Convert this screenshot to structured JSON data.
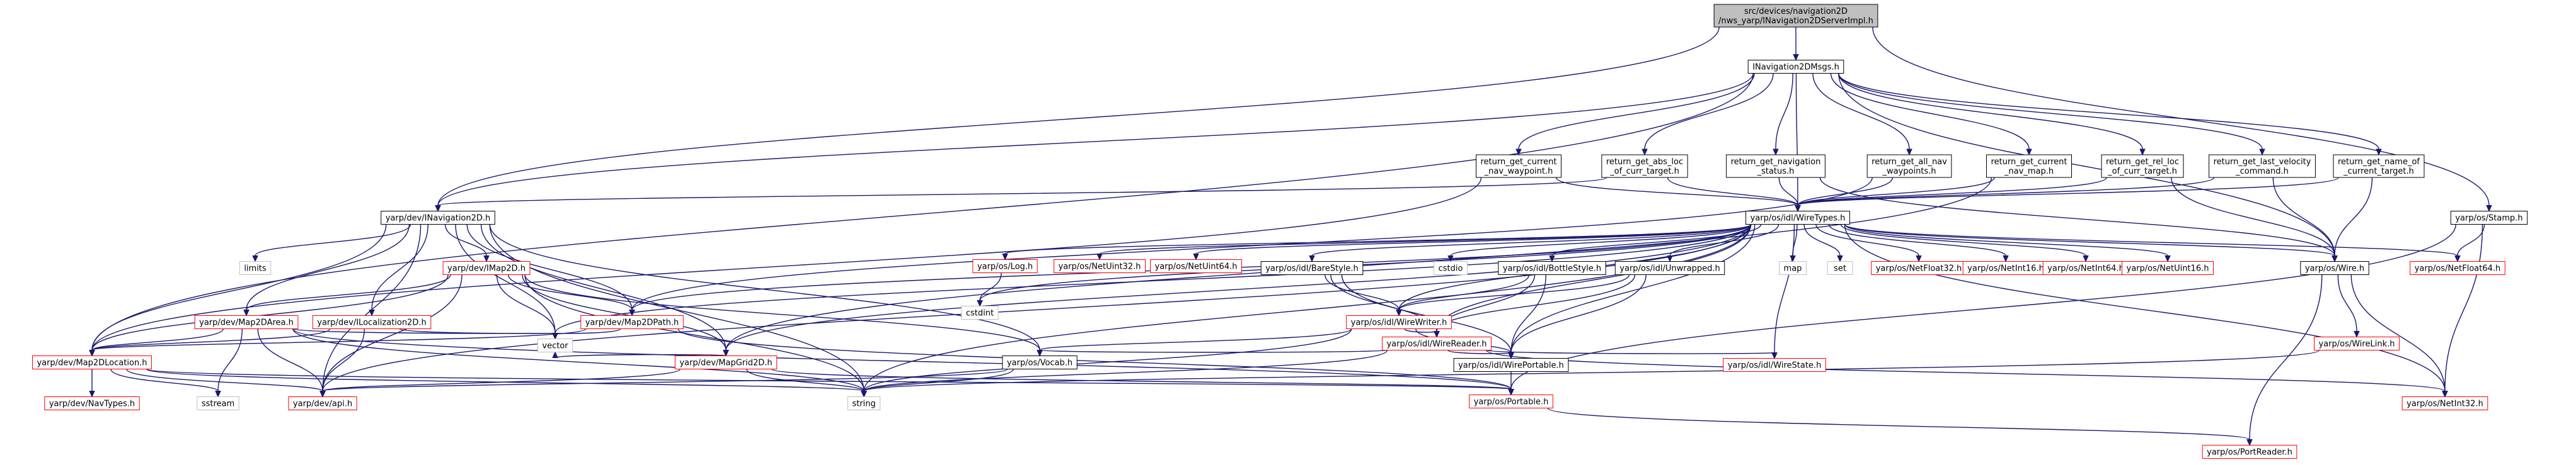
{
  "diagram": {
    "nodes": [
      {
        "id": "root",
        "lines": [
          "src/devices/navigation2D",
          "/nws_yarp/INavigation2DServerImpl.h"
        ],
        "style": "root"
      },
      {
        "id": "imsgs",
        "lines": [
          "INavigation2DMsgs.h"
        ],
        "style": "normal"
      },
      {
        "id": "cur_wp",
        "lines": [
          "return_get_current",
          "_nav_waypoint.h"
        ],
        "style": "normal"
      },
      {
        "id": "abs_loc",
        "lines": [
          "return_get_abs_loc",
          "_of_curr_target.h"
        ],
        "style": "normal"
      },
      {
        "id": "nav_status",
        "lines": [
          "return_get_navigation",
          "_status.h"
        ],
        "style": "normal"
      },
      {
        "id": "all_wp",
        "lines": [
          "return_get_all_nav",
          "_waypoints.h"
        ],
        "style": "normal"
      },
      {
        "id": "cur_map",
        "lines": [
          "return_get_current",
          "_nav_map.h"
        ],
        "style": "normal"
      },
      {
        "id": "rel_loc",
        "lines": [
          "return_get_rel_loc",
          "_of_curr_target.h"
        ],
        "style": "normal"
      },
      {
        "id": "last_vel",
        "lines": [
          "return_get_last_velocity",
          "_command.h"
        ],
        "style": "normal"
      },
      {
        "id": "name_target",
        "lines": [
          "return_get_name_of",
          "_current_target.h"
        ],
        "style": "normal"
      },
      {
        "id": "wiretypes",
        "lines": [
          "yarp/os/idl/WireTypes.h"
        ],
        "style": "normal"
      },
      {
        "id": "stamp",
        "lines": [
          "yarp/os/Stamp.h"
        ],
        "style": "normal"
      },
      {
        "id": "inav2d",
        "lines": [
          "yarp/dev/INavigation2D.h"
        ],
        "style": "normal"
      },
      {
        "id": "limits",
        "lines": [
          "limits"
        ],
        "style": "system"
      },
      {
        "id": "imap2d",
        "lines": [
          "yarp/dev/IMap2D.h"
        ],
        "style": "red"
      },
      {
        "id": "map2darea",
        "lines": [
          "yarp/dev/Map2DArea.h"
        ],
        "style": "red"
      },
      {
        "id": "iloc2d",
        "lines": [
          "yarp/dev/ILocalization2D.h"
        ],
        "style": "red"
      },
      {
        "id": "map2dpath",
        "lines": [
          "yarp/dev/Map2DPath.h"
        ],
        "style": "red"
      },
      {
        "id": "mapgrid",
        "lines": [
          "yarp/dev/MapGrid2D.h"
        ],
        "style": "red"
      },
      {
        "id": "map2dloc",
        "lines": [
          "yarp/dev/Map2DLocation.h"
        ],
        "style": "red"
      },
      {
        "id": "navtypes",
        "lines": [
          "yarp/dev/NavTypes.h"
        ],
        "style": "red"
      },
      {
        "id": "sstream",
        "lines": [
          "sstream"
        ],
        "style": "system"
      },
      {
        "id": "api",
        "lines": [
          "yarp/dev/api.h"
        ],
        "style": "red"
      },
      {
        "id": "vector",
        "lines": [
          "vector"
        ],
        "style": "system"
      },
      {
        "id": "string",
        "lines": [
          "string"
        ],
        "style": "system"
      },
      {
        "id": "vocab",
        "lines": [
          "yarp/os/Vocab.h"
        ],
        "style": "normal"
      },
      {
        "id": "log",
        "lines": [
          "yarp/os/Log.h"
        ],
        "style": "red"
      },
      {
        "id": "cstdint",
        "lines": [
          "cstdint"
        ],
        "style": "system"
      },
      {
        "id": "netuint32",
        "lines": [
          "yarp/os/NetUint32.h"
        ],
        "style": "red"
      },
      {
        "id": "netuint64",
        "lines": [
          "yarp/os/NetUint64.h"
        ],
        "style": "red"
      },
      {
        "id": "barestyle",
        "lines": [
          "yarp/os/idl/BareStyle.h"
        ],
        "style": "normal"
      },
      {
        "id": "cstdio",
        "lines": [
          "cstdio"
        ],
        "style": "system"
      },
      {
        "id": "bottlestyle",
        "lines": [
          "yarp/os/idl/BottleStyle.h"
        ],
        "style": "normal"
      },
      {
        "id": "unwrapped",
        "lines": [
          "yarp/os/idl/Unwrapped.h"
        ],
        "style": "normal"
      },
      {
        "id": "map",
        "lines": [
          "map"
        ],
        "style": "system"
      },
      {
        "id": "set",
        "lines": [
          "set"
        ],
        "style": "system"
      },
      {
        "id": "netfloat32",
        "lines": [
          "yarp/os/NetFloat32.h"
        ],
        "style": "red"
      },
      {
        "id": "netint16",
        "lines": [
          "yarp/os/NetInt16.h"
        ],
        "style": "red"
      },
      {
        "id": "netint64",
        "lines": [
          "yarp/os/NetInt64.h"
        ],
        "style": "red"
      },
      {
        "id": "netuint16",
        "lines": [
          "yarp/os/NetUint16.h"
        ],
        "style": "red"
      },
      {
        "id": "wire",
        "lines": [
          "yarp/os/Wire.h"
        ],
        "style": "normal"
      },
      {
        "id": "netfloat64",
        "lines": [
          "yarp/os/NetFloat64.h"
        ],
        "style": "red"
      },
      {
        "id": "wirewriter",
        "lines": [
          "yarp/os/idl/WireWriter.h"
        ],
        "style": "red"
      },
      {
        "id": "wirereader",
        "lines": [
          "yarp/os/idl/WireReader.h"
        ],
        "style": "red"
      },
      {
        "id": "wireportable",
        "lines": [
          "yarp/os/idl/WirePortable.h"
        ],
        "style": "normal"
      },
      {
        "id": "wirestate",
        "lines": [
          "yarp/os/idl/WireState.h"
        ],
        "style": "red"
      },
      {
        "id": "wirelink",
        "lines": [
          "yarp/os/WireLink.h"
        ],
        "style": "red"
      },
      {
        "id": "portable",
        "lines": [
          "yarp/os/Portable.h"
        ],
        "style": "red"
      },
      {
        "id": "netint32",
        "lines": [
          "yarp/os/NetInt32.h"
        ],
        "style": "red"
      },
      {
        "id": "portreader",
        "lines": [
          "yarp/os/PortReader.h"
        ],
        "style": "red"
      }
    ],
    "edges": [
      [
        "root",
        "imsgs"
      ],
      [
        "root",
        "stamp"
      ],
      [
        "root",
        "inav2d"
      ],
      [
        "imsgs",
        "cur_wp"
      ],
      [
        "imsgs",
        "abs_loc"
      ],
      [
        "imsgs",
        "nav_status"
      ],
      [
        "imsgs",
        "all_wp"
      ],
      [
        "imsgs",
        "cur_map"
      ],
      [
        "imsgs",
        "rel_loc"
      ],
      [
        "imsgs",
        "last_vel"
      ],
      [
        "imsgs",
        "name_target"
      ],
      [
        "imsgs",
        "wiretypes"
      ],
      [
        "imsgs",
        "wire"
      ],
      [
        "imsgs",
        "inav2d"
      ],
      [
        "imsgs",
        "map2dloc"
      ],
      [
        "cur_wp",
        "wiretypes"
      ],
      [
        "cur_wp",
        "map2dloc"
      ],
      [
        "abs_loc",
        "wiretypes"
      ],
      [
        "abs_loc",
        "inav2d"
      ],
      [
        "nav_status",
        "wiretypes"
      ],
      [
        "nav_status",
        "wire"
      ],
      [
        "all_wp",
        "wiretypes"
      ],
      [
        "all_wp",
        "map2dpath"
      ],
      [
        "cur_map",
        "wiretypes"
      ],
      [
        "cur_map",
        "mapgrid"
      ],
      [
        "rel_loc",
        "wiretypes"
      ],
      [
        "rel_loc",
        "wire"
      ],
      [
        "last_vel",
        "wiretypes"
      ],
      [
        "last_vel",
        "wire"
      ],
      [
        "name_target",
        "wiretypes"
      ],
      [
        "name_target",
        "wire"
      ],
      [
        "wiretypes",
        "string"
      ],
      [
        "wiretypes",
        "vector"
      ],
      [
        "wiretypes",
        "log"
      ],
      [
        "wiretypes",
        "cstdint"
      ],
      [
        "wiretypes",
        "netuint32"
      ],
      [
        "wiretypes",
        "netuint64"
      ],
      [
        "wiretypes",
        "barestyle"
      ],
      [
        "wiretypes",
        "cstdio"
      ],
      [
        "wiretypes",
        "bottlestyle"
      ],
      [
        "wiretypes",
        "unwrapped"
      ],
      [
        "wiretypes",
        "map"
      ],
      [
        "wiretypes",
        "set"
      ],
      [
        "wiretypes",
        "netfloat32"
      ],
      [
        "wiretypes",
        "netint16"
      ],
      [
        "wiretypes",
        "netint64"
      ],
      [
        "wiretypes",
        "netuint16"
      ],
      [
        "wiretypes",
        "wire"
      ],
      [
        "wiretypes",
        "netfloat64"
      ],
      [
        "wiretypes",
        "wirewriter"
      ],
      [
        "wiretypes",
        "wirereader"
      ],
      [
        "wiretypes",
        "wireportable"
      ],
      [
        "wiretypes",
        "wirestate"
      ],
      [
        "wiretypes",
        "netint32"
      ],
      [
        "wiretypes",
        "api"
      ],
      [
        "wiretypes",
        "map2dpath"
      ],
      [
        "wiretypes",
        "mapgrid"
      ],
      [
        "stamp",
        "netfloat64"
      ],
      [
        "stamp",
        "netint32"
      ],
      [
        "stamp",
        "portable"
      ],
      [
        "inav2d",
        "limits"
      ],
      [
        "inav2d",
        "imap2d"
      ],
      [
        "inav2d",
        "map2darea"
      ],
      [
        "inav2d",
        "iloc2d"
      ],
      [
        "inav2d",
        "map2dpath"
      ],
      [
        "inav2d",
        "map2dloc"
      ],
      [
        "inav2d",
        "mapgrid"
      ],
      [
        "inav2d",
        "vector"
      ],
      [
        "inav2d",
        "string"
      ],
      [
        "inav2d",
        "vocab"
      ],
      [
        "inav2d",
        "api"
      ],
      [
        "imap2d",
        "map2darea"
      ],
      [
        "imap2d",
        "map2dpath"
      ],
      [
        "imap2d",
        "mapgrid"
      ],
      [
        "imap2d",
        "map2dloc"
      ],
      [
        "imap2d",
        "vector"
      ],
      [
        "imap2d",
        "string"
      ],
      [
        "imap2d",
        "api"
      ],
      [
        "imap2d",
        "vocab"
      ],
      [
        "map2darea",
        "map2dloc"
      ],
      [
        "map2darea",
        "sstream"
      ],
      [
        "map2darea",
        "api"
      ],
      [
        "map2darea",
        "vector"
      ],
      [
        "map2darea",
        "portable"
      ],
      [
        "map2darea",
        "string"
      ],
      [
        "iloc2d",
        "map2dloc"
      ],
      [
        "iloc2d",
        "api"
      ],
      [
        "iloc2d",
        "vector"
      ],
      [
        "map2dpath",
        "map2dloc"
      ],
      [
        "map2dpath",
        "vector"
      ],
      [
        "map2dpath",
        "portable"
      ],
      [
        "mapgrid",
        "api"
      ],
      [
        "mapgrid",
        "string"
      ],
      [
        "mapgrid",
        "portable"
      ],
      [
        "mapgrid",
        "vector"
      ],
      [
        "map2dloc",
        "navtypes"
      ],
      [
        "map2dloc",
        "sstream"
      ],
      [
        "map2dloc",
        "api"
      ],
      [
        "map2dloc",
        "string"
      ],
      [
        "map2dloc",
        "portable"
      ],
      [
        "vocab",
        "string"
      ],
      [
        "vocab",
        "api"
      ],
      [
        "log",
        "cstdint"
      ],
      [
        "barestyle",
        "wirewriter"
      ],
      [
        "barestyle",
        "wirereader"
      ],
      [
        "barestyle",
        "wireportable"
      ],
      [
        "bottlestyle",
        "wirewriter"
      ],
      [
        "bottlestyle",
        "wirereader"
      ],
      [
        "bottlestyle",
        "wireportable"
      ],
      [
        "unwrapped",
        "wirewriter"
      ],
      [
        "unwrapped",
        "wirereader"
      ],
      [
        "unwrapped",
        "wireportable"
      ],
      [
        "wirewriter",
        "wirereader"
      ],
      [
        "wirewriter",
        "wireportable"
      ],
      [
        "wirewriter",
        "vocab"
      ],
      [
        "wirewriter",
        "string"
      ],
      [
        "wirereader",
        "wireportable"
      ],
      [
        "wirereader",
        "wirestate"
      ],
      [
        "wirereader",
        "vocab"
      ],
      [
        "wirereader",
        "string"
      ],
      [
        "wirereader",
        "netint32"
      ],
      [
        "wireportable",
        "portable"
      ],
      [
        "wire",
        "wirelink"
      ],
      [
        "wire",
        "portreader"
      ],
      [
        "wire",
        "netint32"
      ],
      [
        "wirelink",
        "string"
      ],
      [
        "portable",
        "portreader"
      ]
    ]
  },
  "colors": {
    "edge": "#191970",
    "normal_border": "#000000",
    "red_border": "#ff0000",
    "system_border": "#bfbfbf",
    "system_text": "#000000",
    "root_fill": "#bfbfbf",
    "node_fill": "#ffffff"
  }
}
